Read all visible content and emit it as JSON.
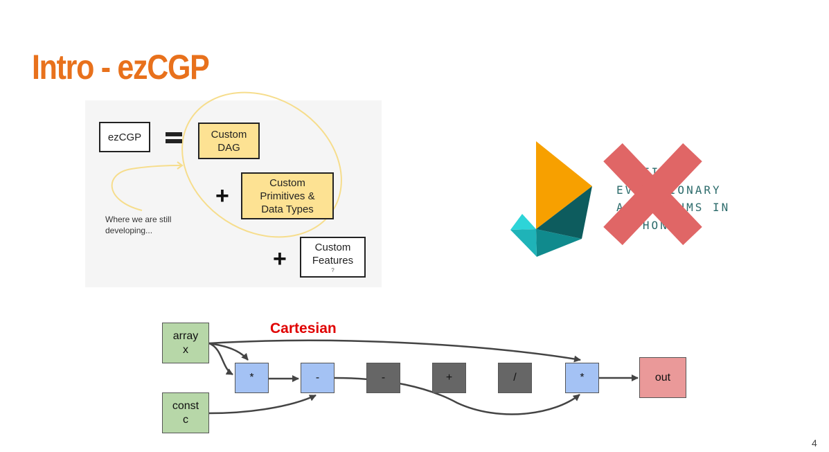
{
  "title": "Intro - ezCGP",
  "page_number": "4",
  "diagram_top": {
    "ezcgp": "ezCGP",
    "custom_dag": "Custom\nDAG",
    "custom_primitives": "Custom\nPrimitives &\nData Types",
    "custom_features": "Custom\nFeatures",
    "question_mark": "?",
    "note": "Where we are still\ndeveloping..."
  },
  "logo_text": "UNIFIED\nEVOLUTIONARY\nALGORITHMS IN\nPYTHON",
  "cartesian_label": "Cartesian",
  "nodes": {
    "array_x": "array\nx",
    "const_c": "const\nc",
    "mul1": "*",
    "sub1": "-",
    "sub2": "-",
    "add": "+",
    "div": "/",
    "mul2": "*",
    "out": "out"
  },
  "colors": {
    "title": "#e8711c",
    "cartesian": "#e00000",
    "cross": "#e06666",
    "input_node": "#b7d7a8",
    "active_node": "#a4c2f4",
    "inactive_node": "#666666",
    "output_node": "#ea9999"
  }
}
